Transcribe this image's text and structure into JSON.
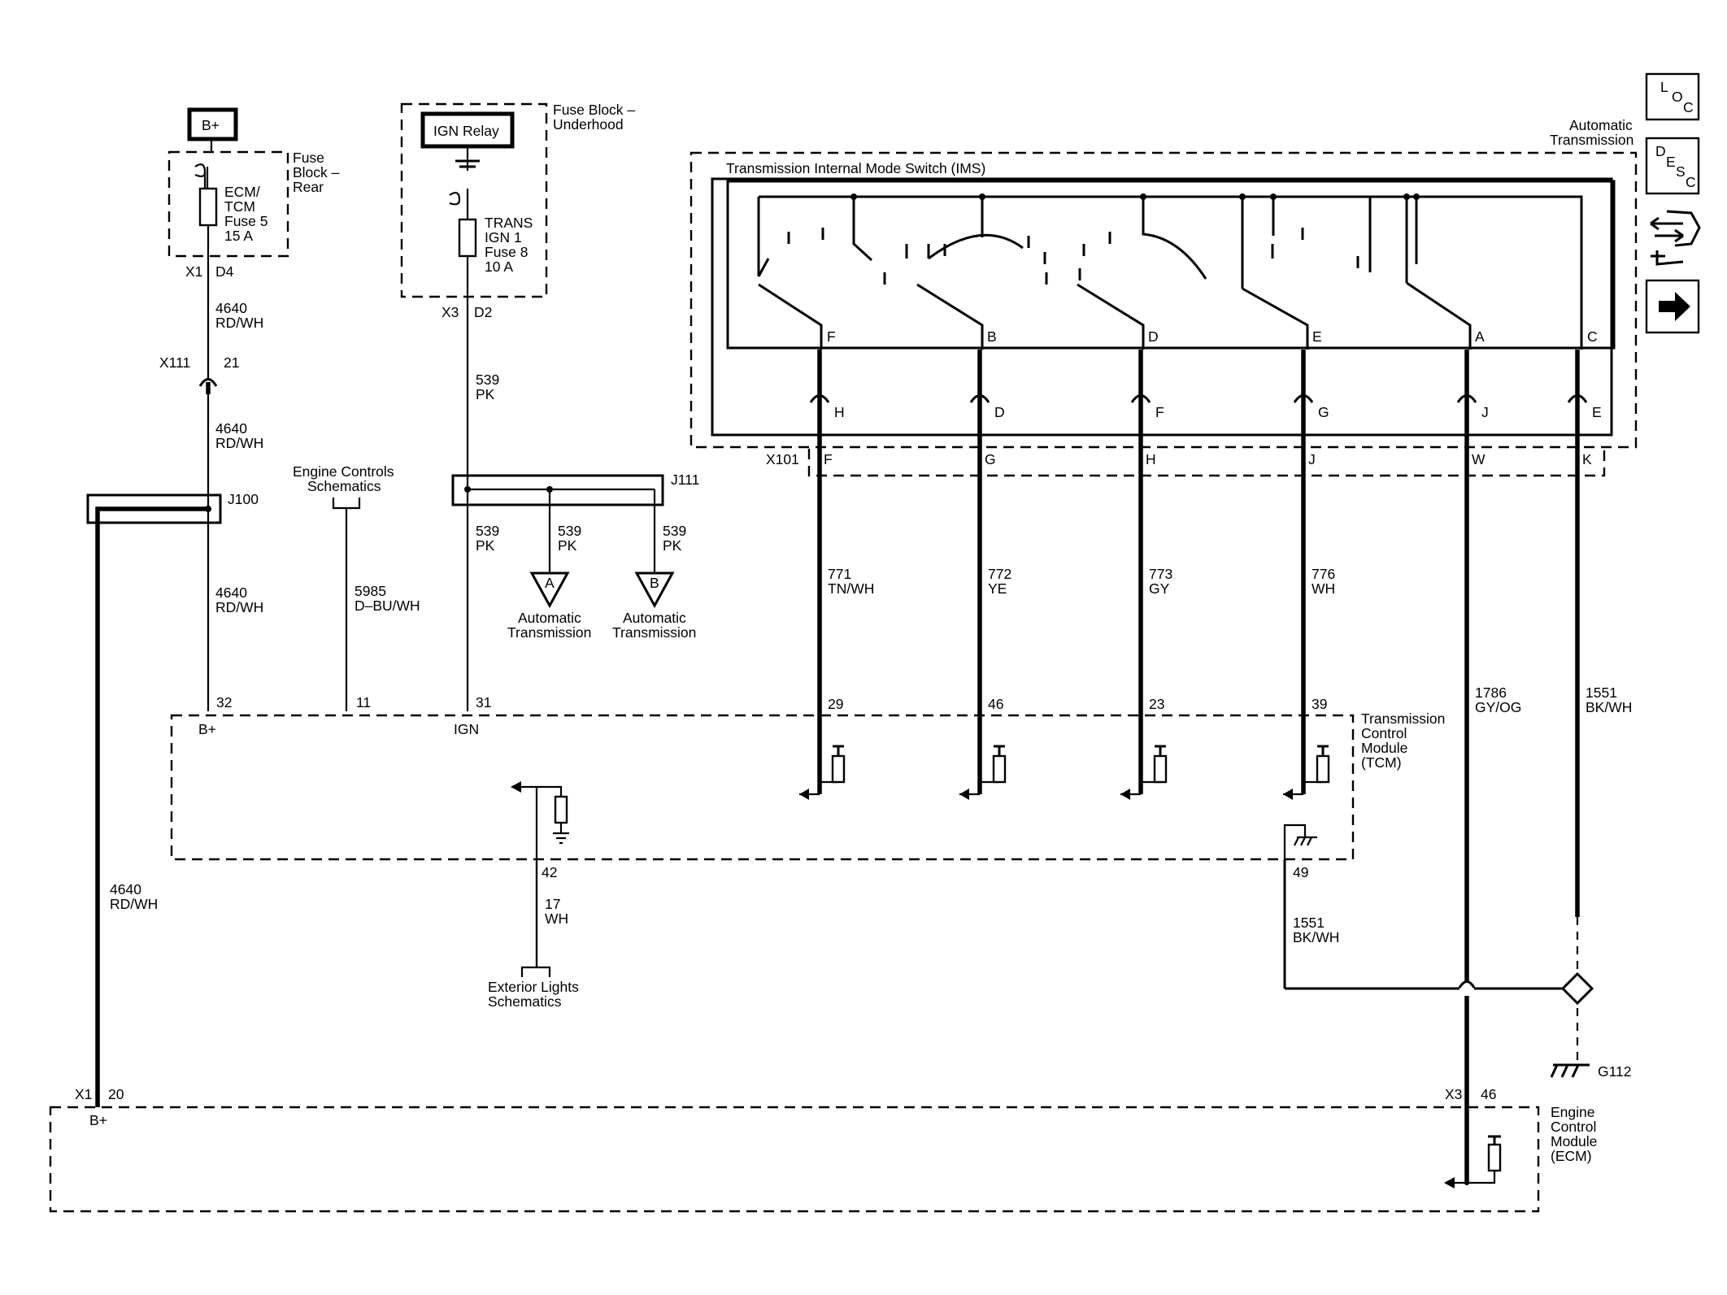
{
  "nav": {
    "loc_letters": [
      "L",
      "O",
      "C"
    ],
    "desc_letters": [
      "D",
      "E",
      "S",
      "C"
    ],
    "icons": [
      "loc-icon",
      "desc-icon",
      "connector-tool-icon",
      "next-arrow-icon"
    ]
  },
  "power": {
    "bplus": "B+",
    "fuse_rear_title": [
      "Fuse",
      "Block –",
      "Rear"
    ],
    "fuse_rear_text": [
      "ECM/",
      "TCM",
      "Fuse 5",
      "15 A"
    ],
    "conn_x1": "X1",
    "pin_d4": "D4",
    "ign_relay": "IGN Relay",
    "fuse_uh_title": [
      "Fuse Block –",
      "Underhood"
    ],
    "fuse_uh_text": [
      "TRANS",
      "IGN 1",
      "Fuse 8",
      "10 A"
    ],
    "conn_x3": "X3",
    "pin_d2": "D2"
  },
  "wires": {
    "w4640a": [
      "4640",
      "RD/WH"
    ],
    "x111": "X111",
    "pin21": "21",
    "w4640b": [
      "4640",
      "RD/WH"
    ],
    "j100": "J100",
    "w4640c": [
      "4640",
      "RD/WH"
    ],
    "w4640d": [
      "4640",
      "RD/WH"
    ],
    "engine_controls": [
      "Engine Controls",
      "Schematics"
    ],
    "w5985": [
      "5985",
      "D–BU/WH"
    ],
    "w539a": [
      "539",
      "PK"
    ],
    "j111": "J111",
    "w539b": [
      "539",
      "PK"
    ],
    "w539c": [
      "539",
      "PK"
    ],
    "w539d": [
      "539",
      "PK"
    ],
    "offpage_a": "A",
    "offpage_b": "B",
    "auto_trans_a": [
      "Automatic",
      "Transmission"
    ],
    "auto_trans_b": [
      "Automatic",
      "Transmission"
    ],
    "w771": [
      "771",
      "TN/WH"
    ],
    "w772": [
      "772",
      "YE"
    ],
    "w773": [
      "773",
      "GY"
    ],
    "w776": [
      "776",
      "WH"
    ],
    "w1786": [
      "1786",
      "GY/OG"
    ],
    "w1551a": [
      "1551",
      "BK/WH"
    ],
    "w1551b": [
      "1551",
      "BK/WH"
    ],
    "w17": [
      "17",
      "WH"
    ],
    "exterior_lights": [
      "Exterior Lights",
      "Schematics"
    ],
    "g112": "G112"
  },
  "trans": {
    "title": [
      "Automatic",
      "Transmission"
    ],
    "ims_title": "Transmission Internal Mode Switch (IMS)",
    "ims_pins": [
      "F",
      "B",
      "D",
      "E",
      "A",
      "C"
    ],
    "conn_pins": [
      "H",
      "D",
      "F",
      "G",
      "J",
      "E"
    ],
    "x101": "X101",
    "x101_pins": [
      "F",
      "G",
      "H",
      "J",
      "W",
      "K"
    ]
  },
  "tcm": {
    "title": [
      "Transmission",
      "Control",
      "Module",
      "(TCM)"
    ],
    "pin32": "32",
    "pin11": "11",
    "pin31": "31",
    "bplus": "B+",
    "ign": "IGN",
    "pins_top": [
      "29",
      "46",
      "23",
      "39"
    ],
    "pin42": "42",
    "pin49": "49"
  },
  "ecm": {
    "title": [
      "Engine",
      "Control",
      "Module",
      "(ECM)"
    ],
    "x1": "X1",
    "pin20": "20",
    "bplus": "B+",
    "x3": "X3",
    "pin46": "46"
  }
}
